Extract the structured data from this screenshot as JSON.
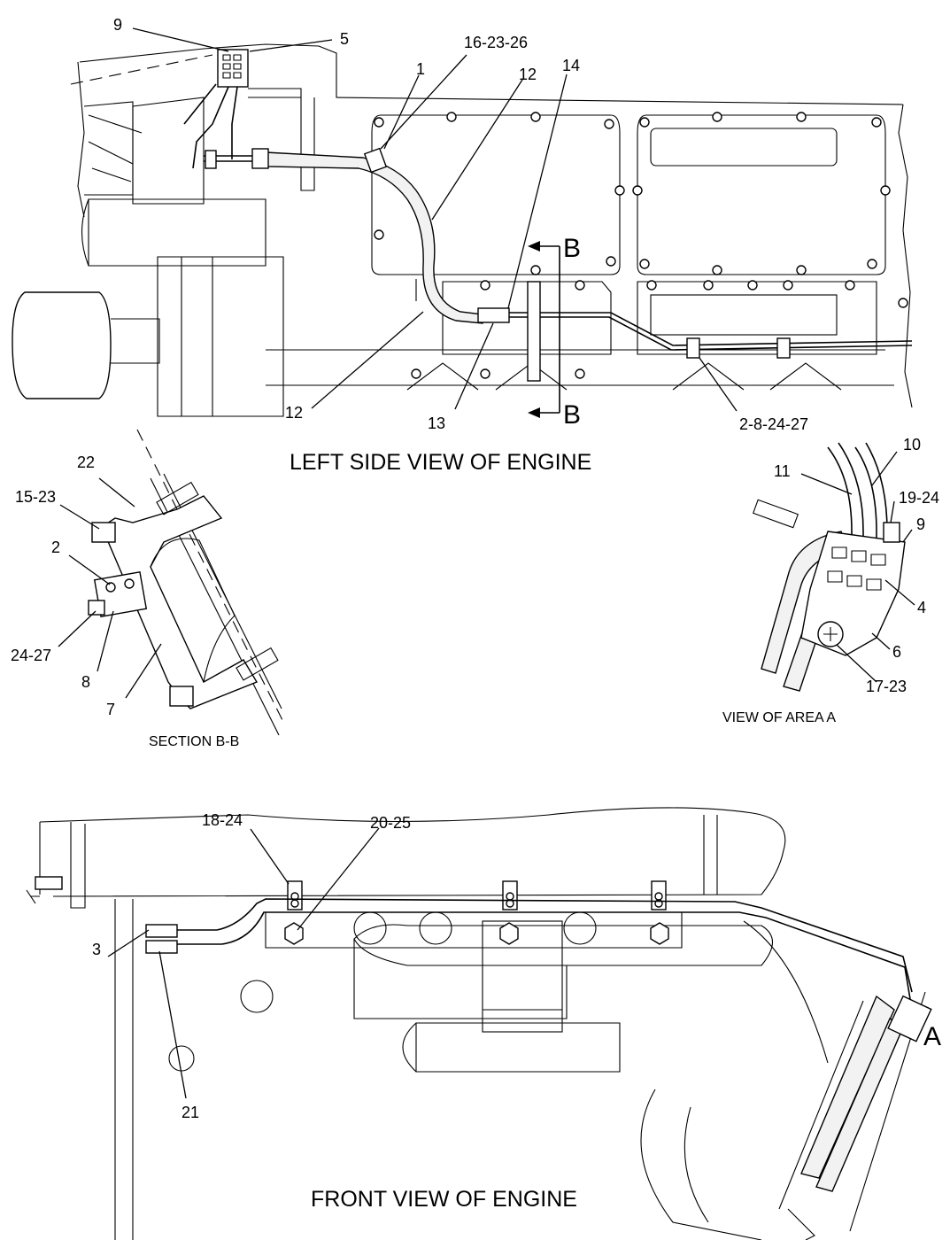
{
  "views": {
    "left_side": {
      "title": "LEFT SIDE VIEW OF ENGINE",
      "section_marker": "B",
      "callouts": [
        "9",
        "5",
        "1",
        "16-23-26",
        "12",
        "14",
        "12",
        "13",
        "2-8-24-27"
      ]
    },
    "section_bb": {
      "title": "SECTION B-B",
      "callouts": [
        "22",
        "15-23",
        "2",
        "24-27",
        "8",
        "7"
      ]
    },
    "area_a": {
      "title": "VIEW OF AREA A",
      "callouts": [
        "10",
        "11",
        "19-24",
        "9",
        "4",
        "6",
        "17-23"
      ]
    },
    "front": {
      "title": "FRONT VIEW OF ENGINE",
      "area_marker": "A",
      "callouts": [
        "18-24",
        "20-25",
        "3",
        "21"
      ]
    }
  }
}
